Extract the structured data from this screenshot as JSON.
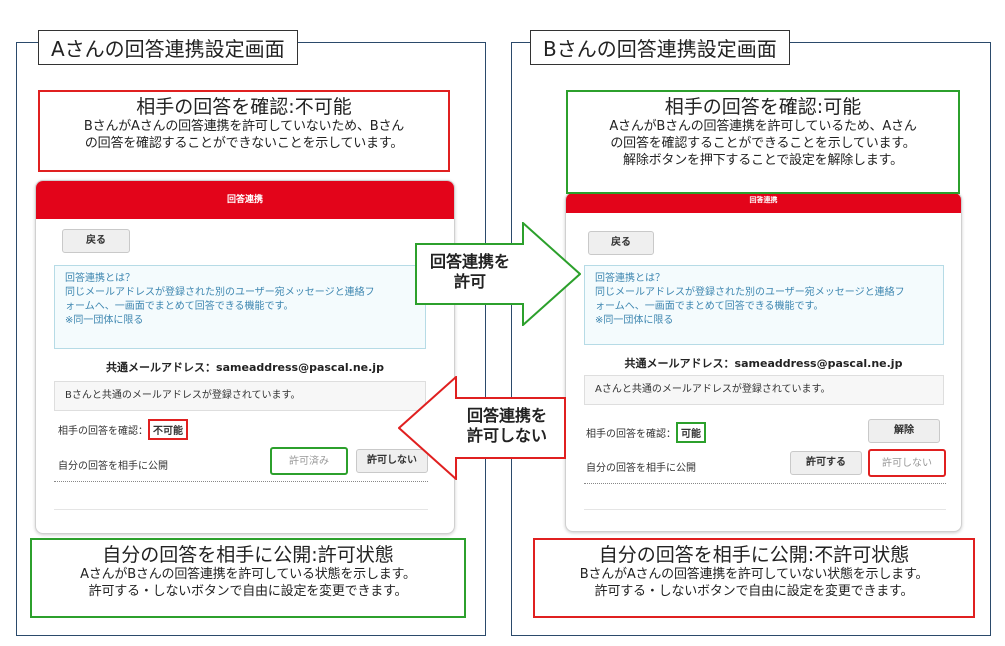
{
  "left": {
    "panel_title": "Aさんの回答連携設定画面",
    "top_callout": {
      "title": "相手の回答を確認:不可能",
      "line1": "BさんがAさんの回答連携を許可していないため、Bさん",
      "line2": "の回答を確認することができないことを示しています。"
    },
    "header_title": "回答連携",
    "back_label": "戻る",
    "info": {
      "line1": "回答連携とは？",
      "line2": "同じメールアドレスが登録された別のユーザー宛メッセージと連絡フ",
      "line3": "ォームへ、一画面でまとめて回答できる機能です。",
      "line4": "※同一団体に限る"
    },
    "shared_email": "共通メールアドレス：sameaddress@pascal.ne.jp",
    "registered_text": "Bさんと共通のメールアドレスが登録されています。",
    "confirm_label": "相手の回答を確認：",
    "confirm_status": "不可能",
    "publish_label": "自分の回答を相手に公開",
    "allowed_label": "許可済み",
    "deny_label": "許可しない",
    "bottom_callout": {
      "title": "自分の回答を相手に公開:許可状態",
      "line1": "AさんがBさんの回答連携を許可している状態を示します。",
      "line2": "許可する・しないボタンで自由に設定を変更できます。"
    }
  },
  "right": {
    "panel_title": "Bさんの回答連携設定画面",
    "top_callout": {
      "title": "相手の回答を確認:可能",
      "line1": "AさんがBさんの回答連携を許可しているため、Aさん",
      "line2": "の回答を確認することができることを示しています。",
      "line3": "解除ボタンを押下することで設定を解除します。"
    },
    "header_title": "回答連携",
    "back_label": "戻る",
    "info": {
      "line1": "回答連携とは？",
      "line2": "同じメールアドレスが登録された別のユーザー宛メッセージと連絡フ",
      "line3": "ォームへ、一画面でまとめて回答できる機能です。",
      "line4": "※同一団体に限る"
    },
    "shared_email": "共通メールアドレス：sameaddress@pascal.ne.jp",
    "registered_text": "Aさんと共通のメールアドレスが登録されています。",
    "confirm_label": "相手の回答を確認：",
    "confirm_status": "可能",
    "release_label": "解除",
    "publish_label": "自分の回答を相手に公開",
    "allow_label": "許可する",
    "deny_label": "許可しない",
    "bottom_callout": {
      "title": "自分の回答を相手に公開:不許可状態",
      "line1": "BさんがAさんの回答連携を許可していない状態を示します。",
      "line2": "許可する・しないボタンで自由に設定を変更できます。"
    }
  },
  "arrows": {
    "allow_line1": "回答連携を",
    "allow_line2": "許可",
    "deny_line1": "回答連携を",
    "deny_line2": "許可しない"
  },
  "colors": {
    "header_red": "#e3041a",
    "callout_red": "#e02020",
    "callout_green": "#2ca02c",
    "panel_border": "#2b4a6b",
    "info_text": "#3d86b0"
  }
}
